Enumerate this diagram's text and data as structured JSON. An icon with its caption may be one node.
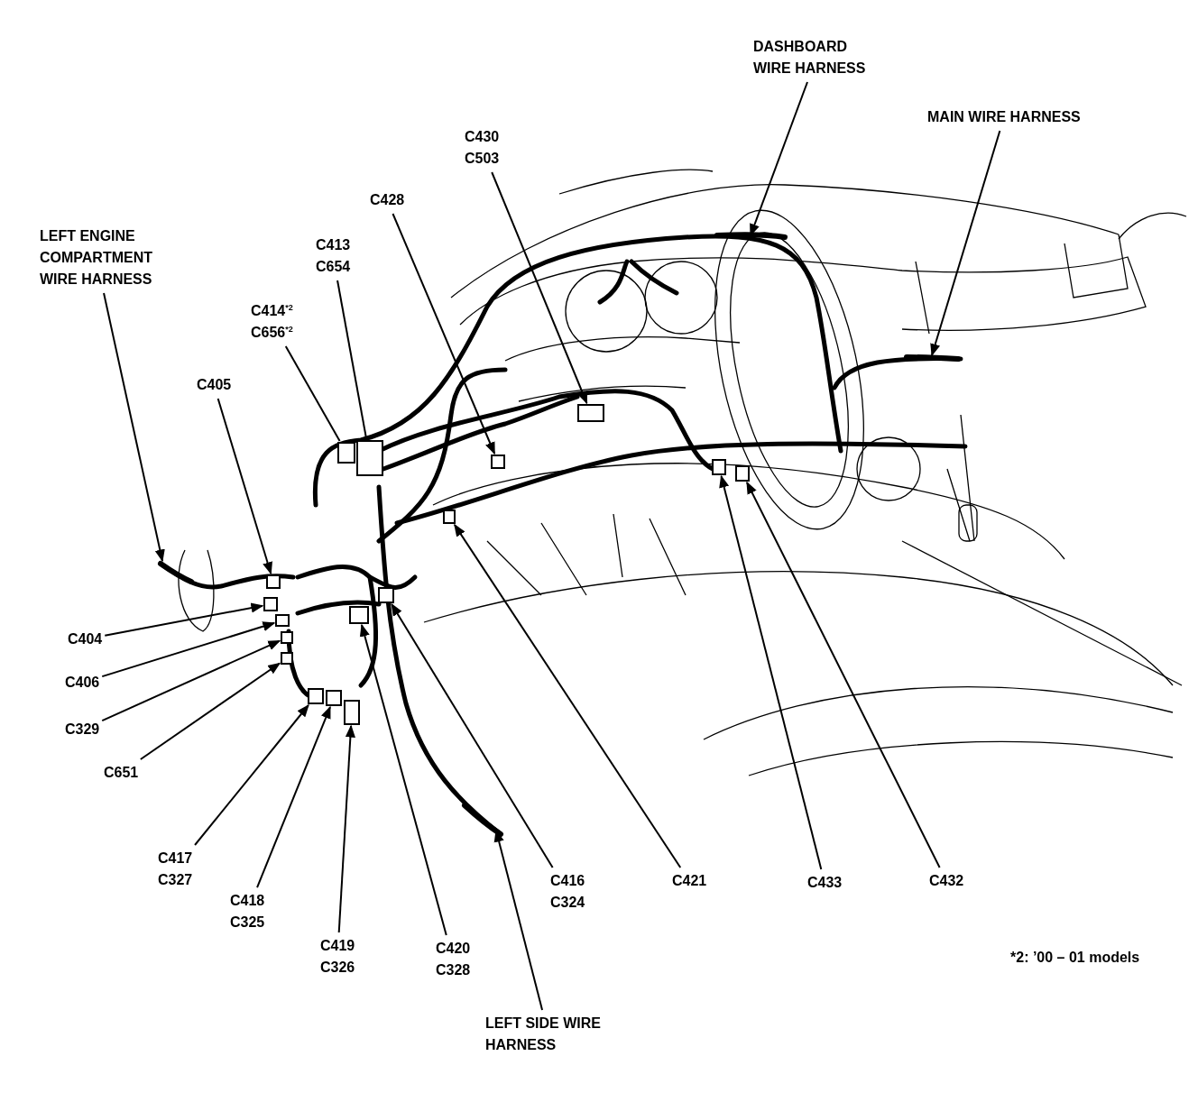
{
  "diagram": {
    "nodes": [
      {
        "text": [
          "LEFT ENGINE COMPARTMENT WIRE HARNESS"
        ]
      },
      {
        "text": [],
        "shape": "cable"
      },
      {
        "text": [
          "C405"
        ]
      },
      {
        "text": [],
        "shape": "box"
      },
      {
        "text": [
          "C413 C654"
        ]
      },
      {
        "text": [],
        "shape": "box"
      },
      {
        "text": [
          "C414$^{*2}$ C656$^{*2}$"
        ]
      },
      {
        "text": [],
        "shape": "box"
      },
      {
        "text": [
          "C428"
        ]
      },
      {
        "text": [],
        "shape": "box"
      },
      {
        "text": [
          "C430 C503"
        ]
      },
      {
        "text": [],
        "shape": "box"
      },
      {
        "text": [
          "DASHBOARD WIRE HARNESS"
        ]
      },
      {
        "text": [],
        "shape": "cable"
      },
      {
        "text": [
          "MAIN WIRE HARNESS"
        ]
      },
      {
        "text": [],
        "shape": "cable"
      },
      {
        "text": [
          "C404"
        ]
      },
      {
        "text": [],
        "shape": "box"
      },
      {
        "text": [
          "C406"
        ]
      },
      {
        "text": [],
        "shape": "box"
      },
      {
        "text": [
          "C329"
        ]
      },
      {
        "text": [],
        "shape": "box"
      },
      {
        "text": [
          "C651"
        ]
      },
      {
        "text": [],
        "shape": "box"
      },
      {
        "text": [
          "C417 C327"
        ]
      },
      {
        "text": [],
        "shape": "box"
      },
      {
        "text": [
          "C418 C325"
        ]
      },
      {
        "text": [],
        "shape": "box"
      },
      {
        "text": [
          "C419 C326"
        ]
      },
      {
        "text": [],
        "shape": "box"
      },
      {
        "text": [
          "C420 C328"
        ]
      },
      {
        "text": [],
        "shape": "box"
      },
      {
        "text": [
          "LEFT SIDE WIRE HARNESS"
        ]
      },
      {
        "text": [],
        "shape": "cable"
      },
      {
        "text": [
          "C416 C324"
        ]
      },
      {
        "text": [],
        "shape": "box"
      },
      {
        "text": [
          "C421"
        ]
      },
      {
        "text": [],
        "shape": "box"
      },
      {
        "text": [
          "C433"
        ]
      },
      {
        "text": [],
        "shape": "box"
      },
      {
        "text": [
          "C432"
        ]
      },
      {
        "text": [],
        "shape": "box"
      }
    ],
    "edges": [
      {
        "from": 0,
        "to": 1,
        "arrow": "to"
      },
      {
        "from": 2,
        "to": 3,
        "arrow": "to"
      },
      {
        "from": 4,
        "to": 5,
        "arrow": "none"
      },
      {
        "from": 6,
        "to": 7,
        "arrow": "none"
      },
      {
        "from": 8,
        "to": 9,
        "arrow": "to"
      },
      {
        "from": 10,
        "to": 11,
        "arrow": "to"
      },
      {
        "from": 12,
        "to": 13,
        "arrow": "to"
      },
      {
        "from": 14,
        "to": 15,
        "arrow": "to"
      },
      {
        "from": 16,
        "to": 17,
        "arrow": "to"
      },
      {
        "from": 18,
        "to": 19,
        "arrow": "to"
      },
      {
        "from": 20,
        "to": 21,
        "arrow": "to"
      },
      {
        "from": 22,
        "to": 23,
        "arrow": "to"
      },
      {
        "from": 24,
        "to": 25,
        "arrow": "to"
      },
      {
        "from": 26,
        "to": 27,
        "arrow": "to"
      },
      {
        "from": 28,
        "to": 29,
        "arrow": "to"
      },
      {
        "from": 30,
        "to": 31,
        "arrow": "to"
      },
      {
        "from": 32,
        "to": 33,
        "arrow": "to"
      },
      {
        "from": 34,
        "to": 35,
        "arrow": "to"
      },
      {
        "from": 36,
        "to": 37,
        "arrow": "to"
      },
      {
        "from": 38,
        "to": 39,
        "arrow": "to"
      },
      {
        "from": 40,
        "to": 41,
        "arrow": "to"
      }
    ],
    "labels": [
      "*2: ’00 – 01 models"
    ]
  }
}
